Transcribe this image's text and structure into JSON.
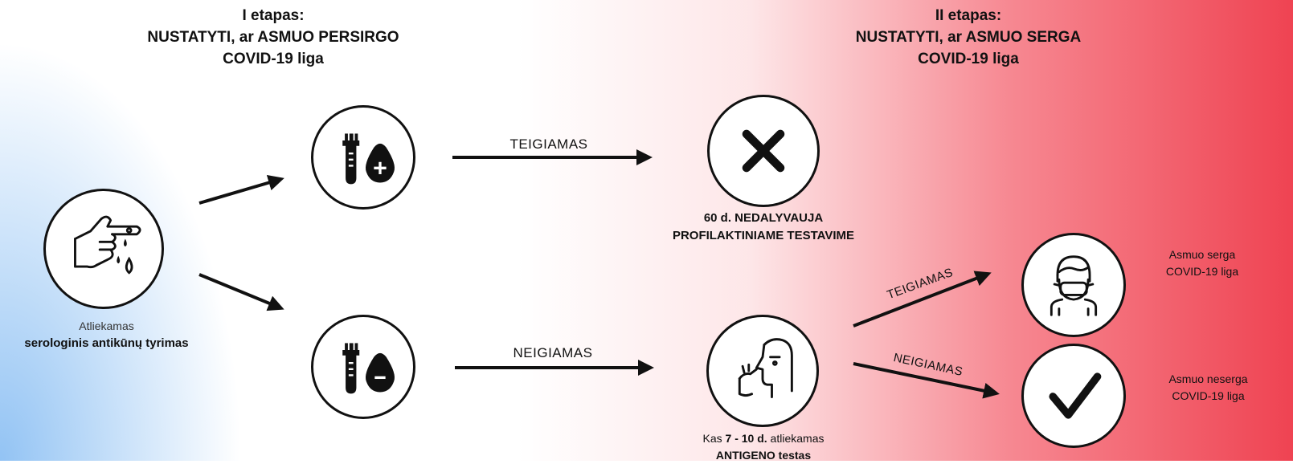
{
  "stage1": {
    "label": "I etapas:",
    "line2": "NUSTATYTI, ar ASMUO PERSIRGO",
    "line3": "COVID-19 liga"
  },
  "stage2": {
    "label": "II etapas:",
    "line2": "NUSTATYTI, ar ASMUO SERGA",
    "line3": "COVID-19 liga"
  },
  "start": {
    "icon": "finger-blood-drop-icon",
    "line1": "Atliekamas",
    "line2": "serologinis antikūnų tyrimas"
  },
  "positive_test": {
    "icon": "test-tube-blood-plus-icon"
  },
  "negative_test": {
    "icon": "test-tube-blood-minus-icon"
  },
  "edges": {
    "positive": "TEIGIAMAS",
    "negative": "NEIGIAMAS",
    "antigen_positive": "TEIGIAMAS",
    "antigen_negative": "NEIGIAMAS"
  },
  "excluded": {
    "icon": "cross-icon",
    "line1": "60 d. NEDALYVAUJA",
    "line2": "PROFILAKTINIAME TESTAVIME"
  },
  "antigen": {
    "icon": "nasal-swab-icon",
    "pre": "Kas ",
    "interval": "7 - 10 d.",
    "post": " atliekamas",
    "line2": "ANTIGENO testas"
  },
  "sick": {
    "icon": "masked-person-icon",
    "line1": "Asmuo serga",
    "line2": "COVID-19 liga"
  },
  "healthy": {
    "icon": "checkmark-icon",
    "line1": "Asmuo neserga",
    "line2": "COVID-19 liga"
  },
  "colors": {
    "ink": "#111111",
    "blue_tint": "#6eaff0",
    "red_tint": "#ef4352"
  }
}
